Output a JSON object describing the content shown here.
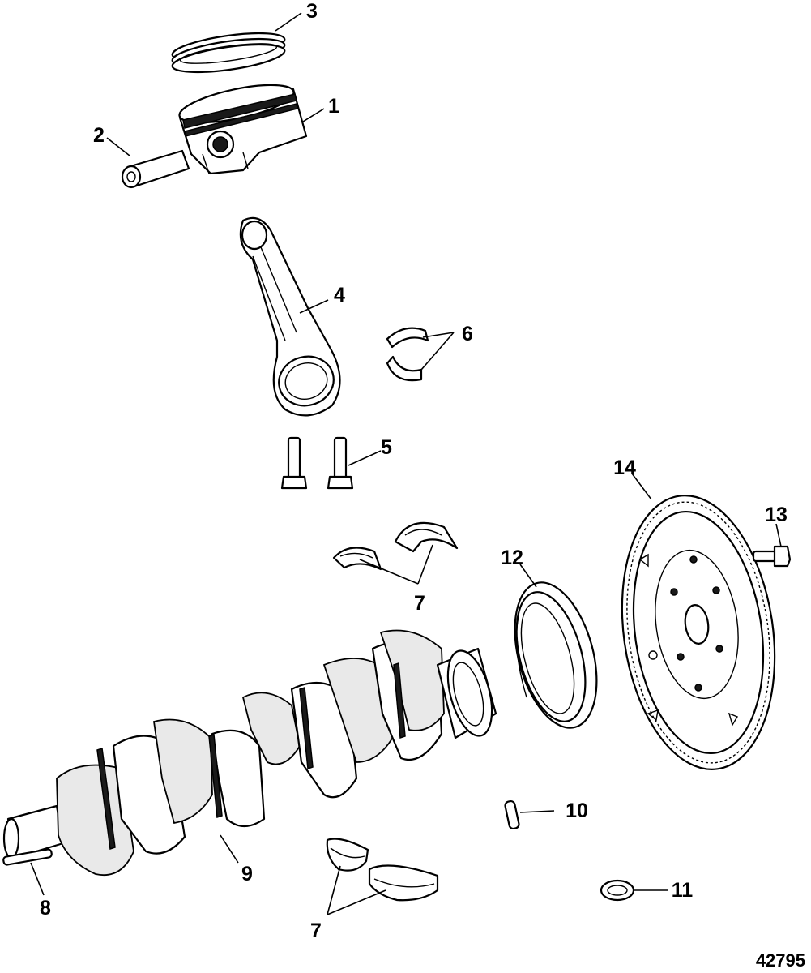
{
  "figure_number": "42795",
  "callouts": {
    "c1": "1",
    "c2": "2",
    "c3": "3",
    "c4": "4",
    "c5": "5",
    "c6": "6",
    "c7a": "7",
    "c7b": "7",
    "c8": "8",
    "c9": "9",
    "c10": "10",
    "c11": "11",
    "c12": "12",
    "c13": "13",
    "c14": "14"
  }
}
